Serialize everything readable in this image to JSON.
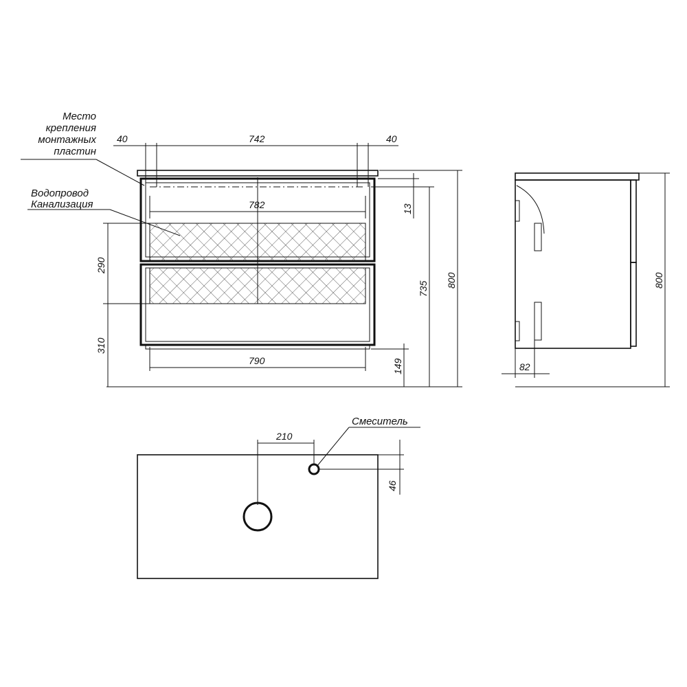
{
  "labels": {
    "mounting": [
      "Место",
      "крепления",
      "монтажных",
      "пластин"
    ],
    "plumbing": [
      "Водопровод",
      "Канализация"
    ],
    "mixer": "Смеситель"
  },
  "dimensions": {
    "left_offset": "40",
    "plate_span": "742",
    "right_offset": "40",
    "inner_width": "782",
    "bottom_width": "790",
    "top_gap": "13",
    "front_height": "735",
    "total_height": "800",
    "pipes_zone": "290",
    "pipes_bottom": "310",
    "leg_height": "149",
    "side_height": "800",
    "side_depth": "82",
    "tap_offset": "210",
    "mixer_offset": "46"
  }
}
